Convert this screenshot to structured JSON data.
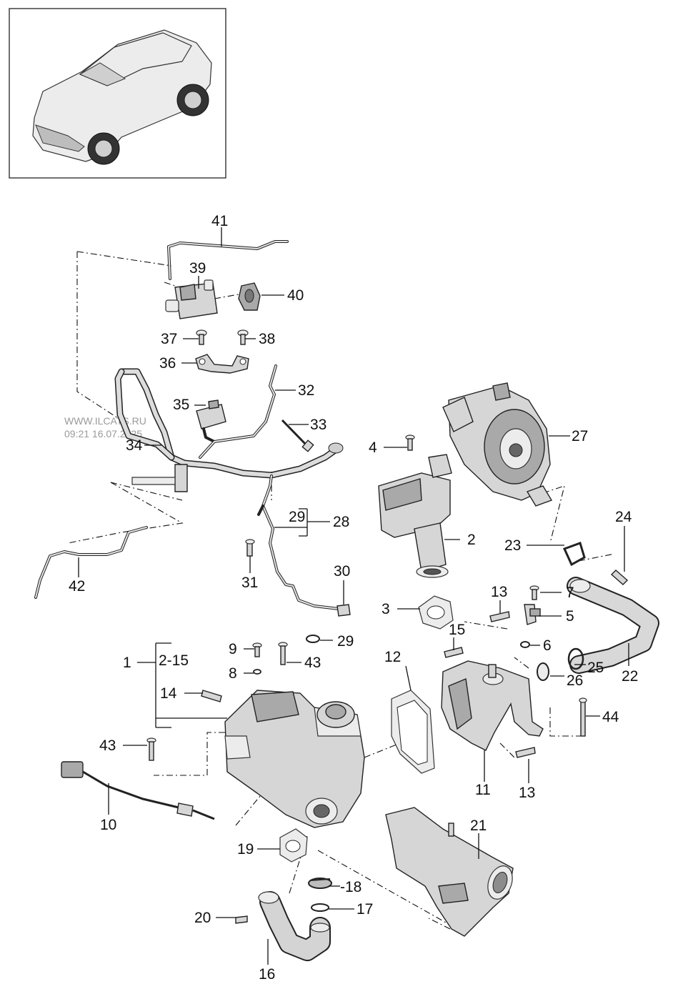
{
  "watermark": {
    "line1": "WWW.ILCATS.RU",
    "line2": "09:21 16.07.2025"
  },
  "callouts": {
    "c41": "41",
    "c39": "39",
    "c40": "40",
    "c37": "37",
    "c38": "38",
    "c36": "36",
    "c32": "32",
    "c35": "35",
    "c33": "33",
    "c34": "34",
    "c27": "27",
    "c4": "4",
    "c29a": "29",
    "c28": "28",
    "c2": "2",
    "c24": "24",
    "c23": "23",
    "c42": "42",
    "c31": "31",
    "c30": "30",
    "c13a": "13",
    "c7": "7",
    "c3": "3",
    "c5": "5",
    "c15": "15",
    "c29b": "29",
    "c9": "9",
    "c43a": "43",
    "c6": "6",
    "c1": "1",
    "c2_15": "2-15",
    "c12": "12",
    "c8": "8",
    "c25": "25",
    "c22": "22",
    "c26": "26",
    "c14": "14",
    "c44": "44",
    "c43b": "43",
    "c11": "11",
    "c13b": "13",
    "c10": "10",
    "c21": "21",
    "c19": "19",
    "c18": "-18",
    "c17": "17",
    "c20": "20",
    "c16": "16"
  }
}
